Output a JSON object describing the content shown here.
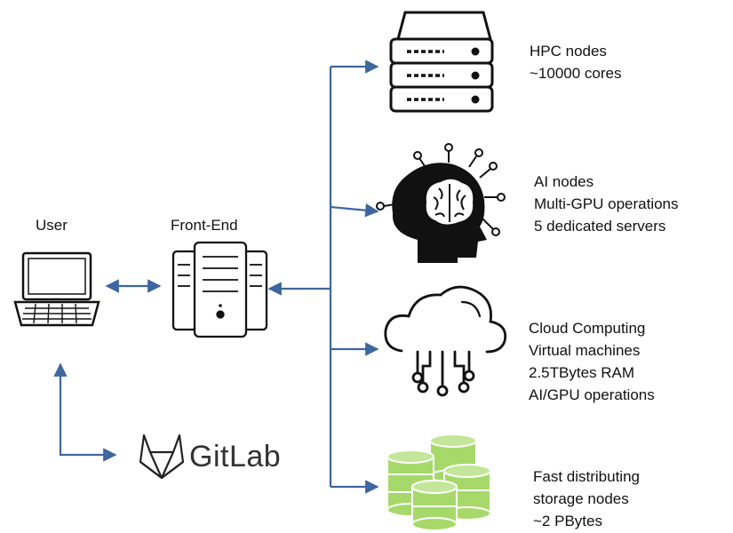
{
  "user_label": "User",
  "frontend_label": "Front-End",
  "gitlab_label": "GitLab",
  "colors": {
    "connector": "#3e66a0",
    "icon_stroke": "#111111",
    "storage_green": "#a6d96a",
    "storage_dark": "#6fb83a"
  },
  "nodes": [
    {
      "icon": "server-rack-icon",
      "lines": [
        "HPC nodes",
        "~10000 cores"
      ]
    },
    {
      "icon": "ai-brain-head-icon",
      "lines": [
        "AI nodes",
        "Multi-GPU operations",
        "5 dedicated servers"
      ]
    },
    {
      "icon": "cloud-network-icon",
      "lines": [
        "Cloud Computing",
        "Virtual machines",
        "2.5TBytes RAM",
        "AI/GPU operations"
      ]
    },
    {
      "icon": "database-stack-icon",
      "lines": [
        "Fast distributing",
        "storage nodes",
        "~2 PBytes"
      ]
    }
  ]
}
